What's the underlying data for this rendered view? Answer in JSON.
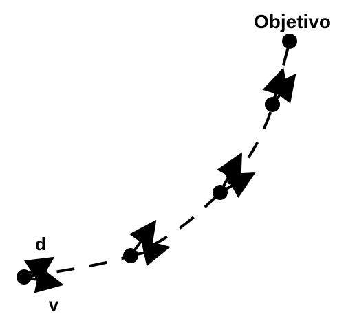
{
  "diagram": {
    "target_label": "Objetivo",
    "d_label": "d",
    "v_label": "v",
    "line_color": "#000000",
    "background_color": "#ffffff"
  }
}
